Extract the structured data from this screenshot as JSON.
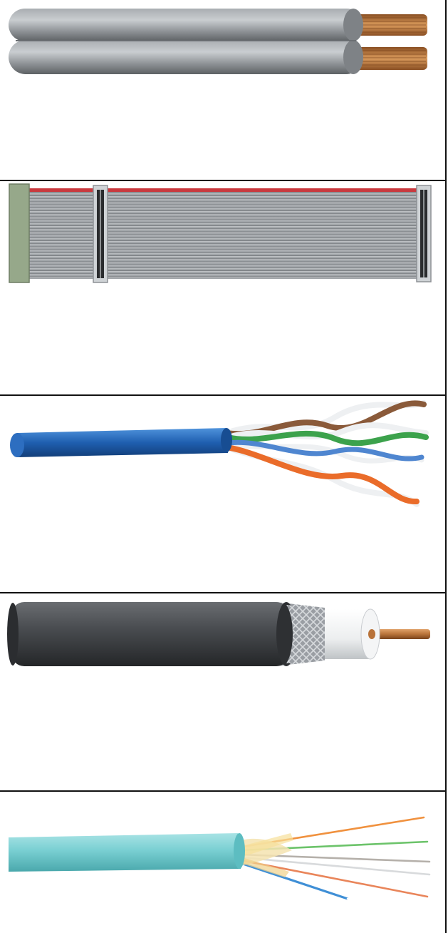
{
  "figure": {
    "panels": [
      {
        "id": "zip-cord",
        "subject": "two-conductor-zip-cord-icon"
      },
      {
        "id": "ribbon-cable",
        "subject": "ribbon-cable-icon"
      },
      {
        "id": "twisted-pair",
        "subject": "twisted-pair-cable-icon"
      },
      {
        "id": "coaxial",
        "subject": "coaxial-cable-icon"
      },
      {
        "id": "fiber-optic",
        "subject": "fiber-optic-cable-icon"
      }
    ],
    "colors": {
      "border": "#111111",
      "zip_jacket": "#8f9397",
      "copper": "#b9733a",
      "ribbon_wire": "#9ea2a7",
      "ribbon_red_stripe": "#c9393e",
      "ribbon_green_connector": "#96a88a",
      "twisted_jacket": "#1f5fb0",
      "pair_brown": "#8a5a3a",
      "pair_green": "#3ca24c",
      "pair_blue": "#4f86d0",
      "pair_orange": "#ea6c2a",
      "coax_jacket": "#3b3d40",
      "coax_shield": "#a4a8ad",
      "fiber_jacket": "#79cfd2"
    }
  }
}
